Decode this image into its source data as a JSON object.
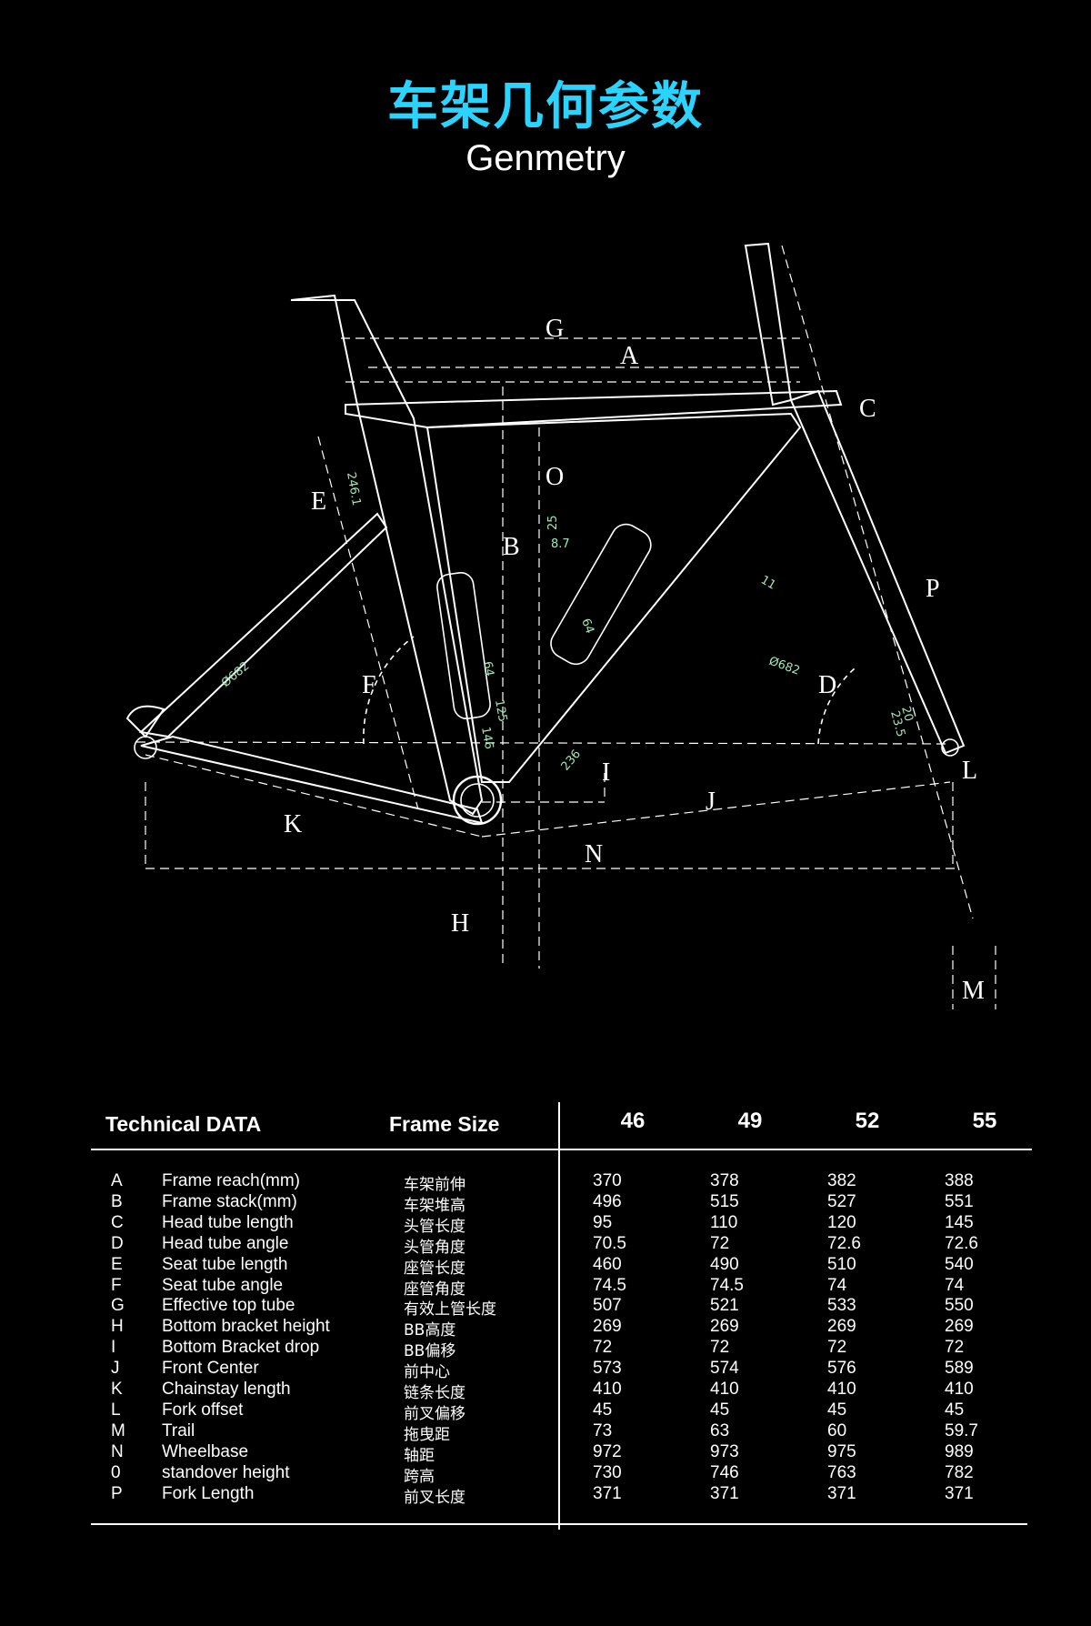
{
  "header": {
    "title_cn": "车架几何参数",
    "title_en": "Genmetry"
  },
  "diagram": {
    "labels": [
      "G",
      "A",
      "C",
      "O",
      "E",
      "B",
      "P",
      "F",
      "D",
      "I",
      "L",
      "J",
      "K",
      "N",
      "H",
      "M"
    ],
    "measurements": [
      "246.1",
      "25",
      "8.7",
      "11",
      "64",
      "Ø682",
      "Ø682",
      "64",
      "125",
      "146",
      "236",
      "20",
      "23.5"
    ]
  },
  "table": {
    "header_left": "Technical  DATA",
    "header_mid": "Frame Size",
    "sizes": [
      "46",
      "49",
      "52",
      "55"
    ],
    "rows": [
      {
        "letter": "A",
        "en": "Frame reach(mm)",
        "cn": "车架前伸",
        "values": [
          "370",
          "378",
          "382",
          "388"
        ]
      },
      {
        "letter": "B",
        "en": "Frame stack(mm)",
        "cn": "车架堆高",
        "values": [
          "496",
          "515",
          "527",
          "551"
        ]
      },
      {
        "letter": "C",
        "en": "Head tube length",
        "cn": "头管长度",
        "values": [
          "95",
          "110",
          "120",
          "145"
        ]
      },
      {
        "letter": "D",
        "en": "Head tube angle",
        "cn": "头管角度",
        "values": [
          "70.5",
          "72",
          "72.6",
          "72.6"
        ]
      },
      {
        "letter": "E",
        "en": "Seat tube length",
        "cn": "座管长度",
        "values": [
          "460",
          "490",
          "510",
          "540"
        ]
      },
      {
        "letter": "F",
        "en": "Seat tube angle",
        "cn": "座管角度",
        "values": [
          "74.5",
          "74.5",
          "74",
          "74"
        ]
      },
      {
        "letter": "G",
        "en": "Effective top tube",
        "cn": "有效上管长度",
        "values": [
          "507",
          "521",
          "533",
          "550"
        ]
      },
      {
        "letter": "H",
        "en": "Bottom bracket height",
        "cn": "BB高度",
        "values": [
          "269",
          "269",
          "269",
          "269"
        ]
      },
      {
        "letter": "I",
        "en": "Bottom Bracket drop",
        "cn": "BB偏移",
        "values": [
          "72",
          "72",
          "72",
          "72"
        ]
      },
      {
        "letter": "J",
        "en": "Front Center",
        "cn": "前中心",
        "values": [
          "573",
          "574",
          "576",
          "589"
        ]
      },
      {
        "letter": "K",
        "en": "Chainstay length",
        "cn": "链条长度",
        "values": [
          "410",
          "410",
          "410",
          "410"
        ]
      },
      {
        "letter": "L",
        "en": "Fork offset",
        "cn": "前叉偏移",
        "values": [
          "45",
          "45",
          "45",
          "45"
        ]
      },
      {
        "letter": "M",
        "en": "Trail",
        "cn": "拖曳距",
        "values": [
          "73",
          "63",
          "60",
          "59.7"
        ]
      },
      {
        "letter": "N",
        "en": "Wheelbase",
        "cn": "轴距",
        "values": [
          "972",
          "973",
          "975",
          "989"
        ]
      },
      {
        "letter": "0",
        "en": "standover height",
        "cn": "跨高",
        "values": [
          "730",
          "746",
          "763",
          "782"
        ]
      },
      {
        "letter": "P",
        "en": "Fork Length",
        "cn": "前叉长度",
        "values": [
          "371",
          "371",
          "371",
          "371"
        ]
      }
    ]
  },
  "colors": {
    "background": "#000000",
    "title_accent": "#2ad4ff",
    "measure_text": "#9fe8b8",
    "line": "#ffffff"
  }
}
